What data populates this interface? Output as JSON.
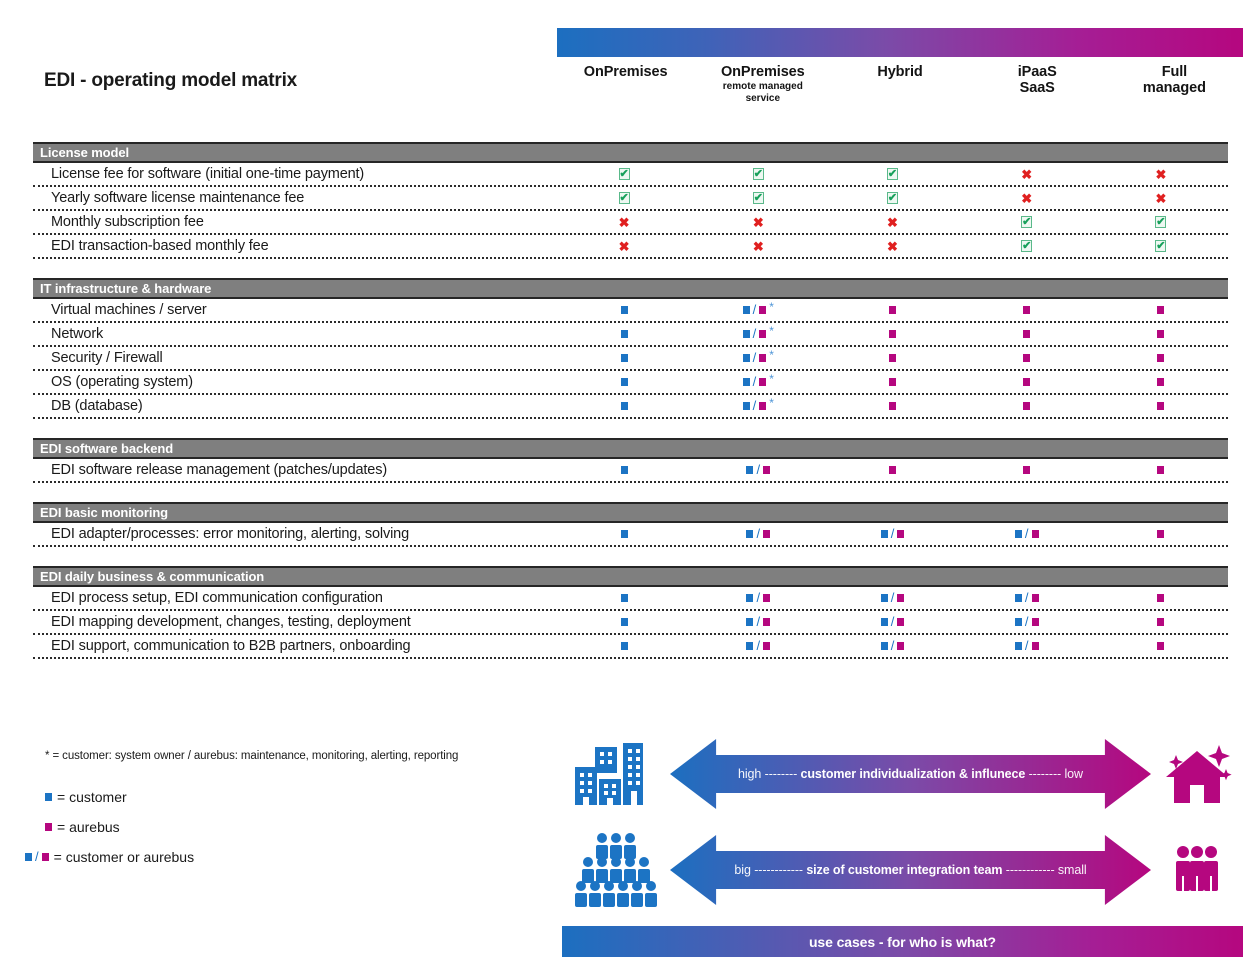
{
  "title": "EDI - operating model matrix",
  "colors": {
    "customer_blue": "#1c74c4",
    "aurebus_magenta": "#b5077f",
    "group_header_gray": "#7f7f7f",
    "check_green": "#17a05b",
    "cross_red": "#e02020",
    "gradient_start": "#1c6fc0",
    "gradient_end": "#b5077f"
  },
  "columns": [
    {
      "main": "OnPremises",
      "sub": ""
    },
    {
      "main": "OnPremises",
      "sub": "remote managed\nservice"
    },
    {
      "main": "Hybrid",
      "sub": ""
    },
    {
      "main": "iPaaS\nSaaS",
      "sub": ""
    },
    {
      "main": "Full\nmanaged",
      "sub": ""
    }
  ],
  "groups": [
    {
      "header": "License model",
      "rows": [
        {
          "label": "License fee for software (initial one-time payment)",
          "cells": [
            "check",
            "check",
            "check",
            "cross",
            "cross"
          ]
        },
        {
          "label": "Yearly software license maintenance fee",
          "cells": [
            "check",
            "check",
            "check",
            "cross",
            "cross"
          ]
        },
        {
          "label": "Monthly subscription fee",
          "cells": [
            "cross",
            "cross",
            "cross",
            "check",
            "check"
          ]
        },
        {
          "label": "EDI transaction-based monthly fee",
          "cells": [
            "cross",
            "cross",
            "cross",
            "check",
            "check"
          ]
        }
      ]
    },
    {
      "header": "IT infrastructure & hardware",
      "rows": [
        {
          "label": "Virtual machines / server",
          "cells": [
            "customer",
            "both-star",
            "aurebus",
            "aurebus",
            "aurebus"
          ]
        },
        {
          "label": "Network",
          "cells": [
            "customer",
            "both-star",
            "aurebus",
            "aurebus",
            "aurebus"
          ]
        },
        {
          "label": "Security / Firewall",
          "cells": [
            "customer",
            "both-star",
            "aurebus",
            "aurebus",
            "aurebus"
          ]
        },
        {
          "label": "OS (operating system)",
          "cells": [
            "customer",
            "both-star",
            "aurebus",
            "aurebus",
            "aurebus"
          ]
        },
        {
          "label": "DB (database)",
          "cells": [
            "customer",
            "both-star",
            "aurebus",
            "aurebus",
            "aurebus"
          ]
        }
      ]
    },
    {
      "header": "EDI software backend",
      "rows": [
        {
          "label": "EDI software release management (patches/updates)",
          "cells": [
            "customer",
            "both",
            "aurebus",
            "aurebus",
            "aurebus"
          ]
        }
      ]
    },
    {
      "header": "EDI basic monitoring",
      "rows": [
        {
          "label": "EDI adapter/processes: error monitoring, alerting, solving",
          "cells": [
            "customer",
            "both",
            "both",
            "both",
            "aurebus"
          ]
        }
      ]
    },
    {
      "header": "EDI daily business & communication",
      "rows": [
        {
          "label": "EDI process setup, EDI communication configuration",
          "cells": [
            "customer",
            "both",
            "both",
            "both",
            "aurebus"
          ]
        },
        {
          "label": "EDI mapping development, changes, testing, deployment",
          "cells": [
            "customer",
            "both",
            "both",
            "both",
            "aurebus"
          ]
        },
        {
          "label": "EDI support, communication to B2B partners, onboarding",
          "cells": [
            "customer",
            "both",
            "both",
            "both",
            "aurebus"
          ]
        }
      ]
    }
  ],
  "legend": {
    "note": "* = customer: system owner / aurebus: maintenance, monitoring, alerting, reporting",
    "items": [
      {
        "type": "customer",
        "text": "= customer"
      },
      {
        "type": "aurebus",
        "text": "= aurebus"
      },
      {
        "type": "both",
        "text": "= customer or aurebus"
      }
    ]
  },
  "diagrams": {
    "arrow1": {
      "left_word": "high",
      "label": "customer individualization & influnece",
      "right_word": "low",
      "dashes_left": "--------",
      "dashes_right": "--------",
      "icon_left": "office-buildings-icon",
      "icon_right": "house-icon"
    },
    "arrow2": {
      "left_word": "big",
      "label": "size of customer integration team",
      "right_word": "small",
      "dashes_left": "------------",
      "dashes_right": "------------",
      "icon_left": "large-team-icon",
      "icon_right": "small-team-icon"
    },
    "usecase_bar": "use cases - for who is what?"
  }
}
